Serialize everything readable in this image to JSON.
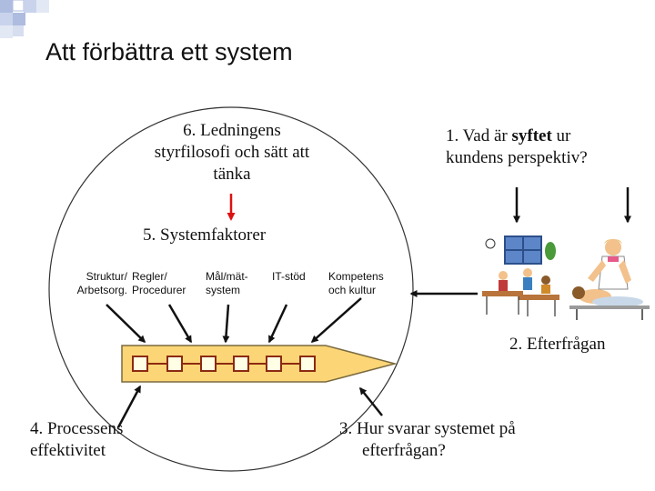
{
  "title": "Att förbättra ett system",
  "labels": {
    "leadership": [
      "6. Ledningens",
      "styrfilosofi och sätt att",
      "tänka"
    ],
    "purpose": {
      "line1_prefix": "1. Vad är ",
      "line1_bold": "syftet",
      "line1_suffix": " ur",
      "line2": "kundens perspektiv?"
    },
    "system_factors": "5. Systemfaktorer",
    "demand": "2. Efterfrågan",
    "process_efficiency": [
      "4. Processens",
      "effektivitet"
    ],
    "system_response": [
      "3. Hur svarar systemet på",
      "efterfrågan?"
    ]
  },
  "factors": [
    [
      "Struktur/",
      "Arbetsorg."
    ],
    [
      "Regler/",
      "Procedurer"
    ],
    [
      "Mål/mät-",
      "system"
    ],
    [
      "IT-stöd",
      ""
    ],
    [
      "Kompetens",
      "och kultur"
    ]
  ],
  "colors": {
    "arrow_red": "#dd1111",
    "process_fill": "#fcd676",
    "process_border": "#7a6a40",
    "box_border": "#8b2a10",
    "box_fill": "#ffffe6",
    "corner_blue": "#aebce0"
  },
  "icons": [
    "classroom-clipart-icon",
    "massage-clipart-icon"
  ]
}
